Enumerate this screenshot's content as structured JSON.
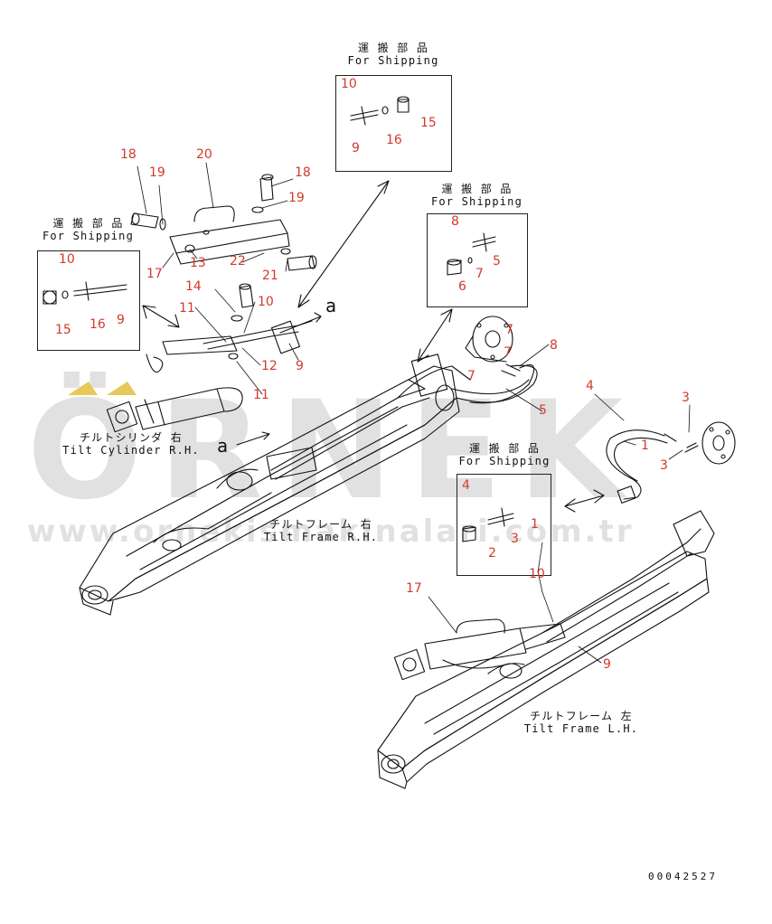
{
  "watermark": {
    "brand": "ÖRNEK",
    "url": "www.ornekismakinalari.com.tr"
  },
  "shipping": {
    "jp": "運 搬 部 品",
    "en": "For Shipping"
  },
  "captions": {
    "tilt_cyl_rh_jp": "チルトシリンダ 右",
    "tilt_cyl_rh_en": "Tilt Cylinder R.H.",
    "tilt_frame_rh_jp": "チルトフレーム 右",
    "tilt_frame_rh_en": "Tilt Frame R.H.",
    "tilt_frame_lh_jp": "チルトフレーム 左",
    "tilt_frame_lh_en": "Tilt Frame L.H."
  },
  "view_mark": "a",
  "doc_number": "00042527",
  "parts": [
    "1",
    "2",
    "3",
    "4",
    "5",
    "6",
    "7",
    "8",
    "9",
    "10",
    "11",
    "12",
    "13",
    "14",
    "15",
    "16",
    "17",
    "18",
    "19",
    "20",
    "21",
    "22"
  ]
}
